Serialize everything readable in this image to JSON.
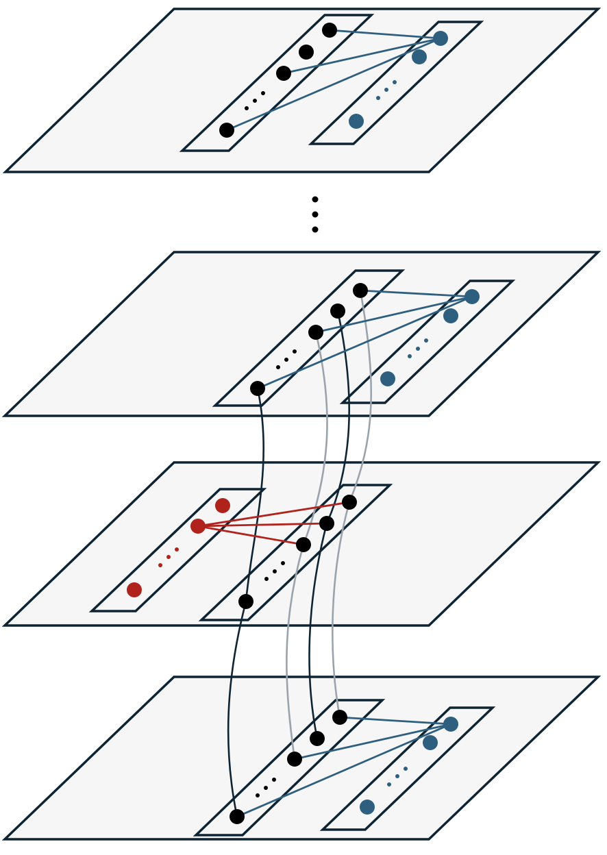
{
  "colors": {
    "plane_fill": "#f6f6f7",
    "plane_stroke": "#0f2433",
    "node_black": "#000000",
    "node_blue": "#2e5f7f",
    "node_red": "#b0231c",
    "edge_blue": "#2e5f7f",
    "edge_red": "#b0231c",
    "link_dark": "#0f2433",
    "link_gray": "#9aa3ab"
  },
  "layers": [
    {
      "id": "top",
      "left_group": "black",
      "right_group": "blue"
    },
    {
      "id": "upper",
      "left_group": "black",
      "right_group": "blue"
    },
    {
      "id": "middle",
      "left_group": "red",
      "right_group": "black"
    },
    {
      "id": "bottom",
      "left_group": "black",
      "right_group": "blue"
    }
  ],
  "between_layers_marker": "vertical-ellipsis"
}
